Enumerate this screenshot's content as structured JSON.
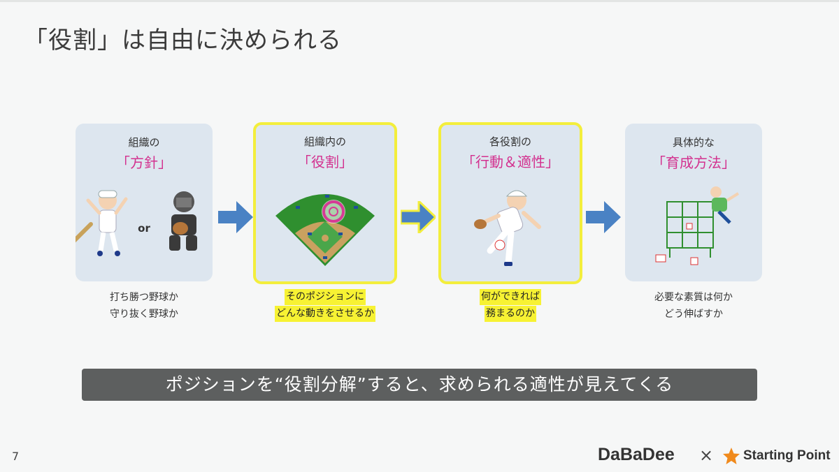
{
  "title": "「役割」は自由に決められる",
  "cards": [
    {
      "head": "組織の",
      "keyword": "「方針」",
      "or_label": "or",
      "caption_lines": [
        "打ち勝つ野球か",
        "守り抜く野球か"
      ]
    },
    {
      "head": "組織内の",
      "keyword": "「役割」",
      "caption_lines": [
        "そのポジションに",
        "どんな動きをさせるか"
      ]
    },
    {
      "head": "各役割の",
      "keyword": "「行動＆適性」",
      "caption_lines": [
        "何ができれば",
        "務まるのか"
      ]
    },
    {
      "head": "具体的な",
      "keyword": "「育成方法」",
      "caption_lines": [
        "必要な素質は何か",
        "どう伸ばすか"
      ]
    }
  ],
  "banner": "ポジションを“役割分解”すると、求められる適性が見えてくる",
  "page_number": "7",
  "logos": {
    "brand1": "DaBaDee",
    "separator": "×",
    "brand2": "Starting Point"
  },
  "colors": {
    "highlight": "#f3ee3c",
    "keyword": "#d3318f",
    "arrow": "#4a82c4",
    "card": "#dde6ef",
    "banner": "#5d5f5f",
    "star": "#f08a1c"
  }
}
